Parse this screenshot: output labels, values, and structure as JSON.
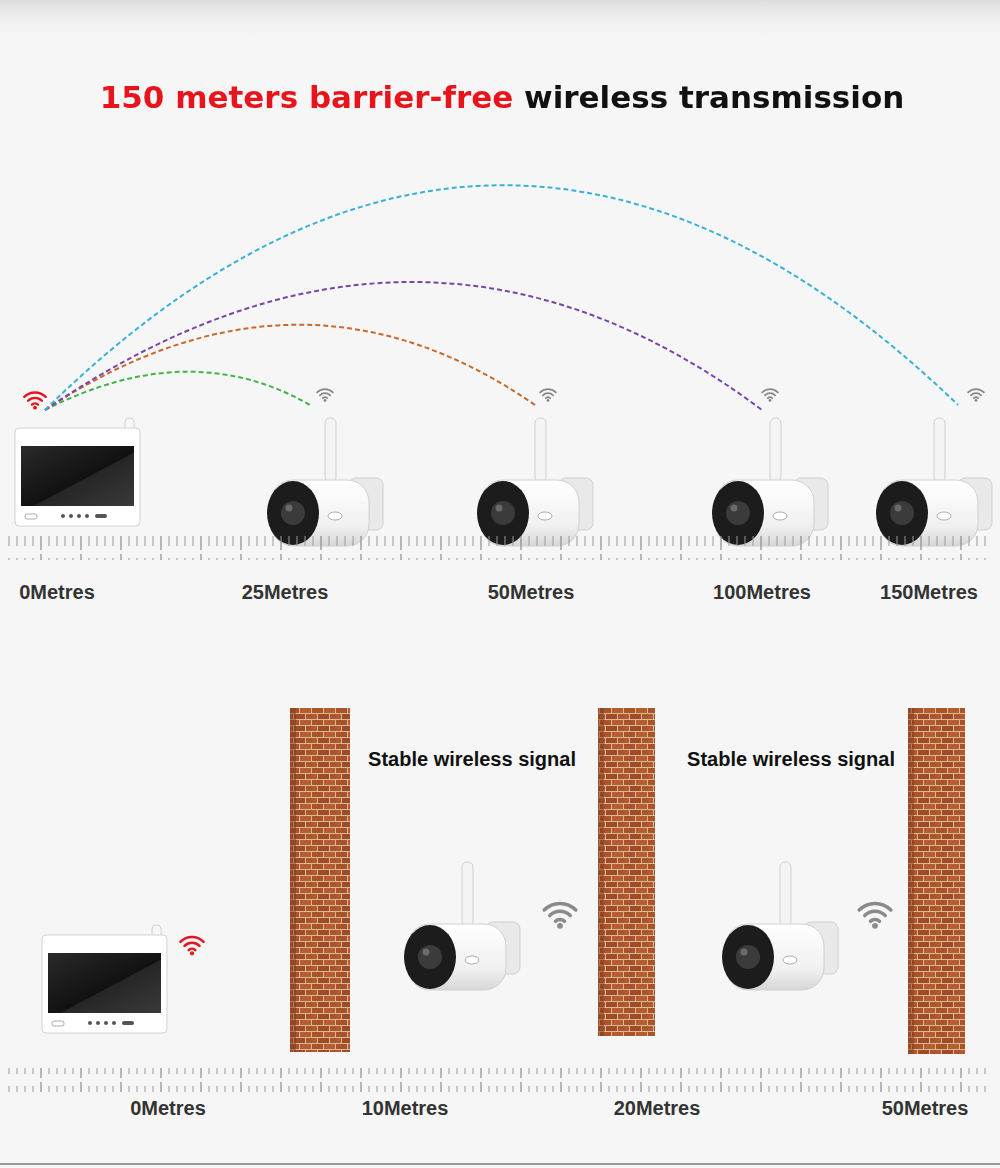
{
  "diagram": {
    "title": "150 meters barrier-free wireless transmission",
    "labels": [
      "0Metres",
      "25Metres",
      "50Metres",
      "100Metres",
      "150Metres",
      "Stable wireless signal",
      "Stable wireless signal",
      "0Metres",
      "10Metres",
      "20Metres",
      "50Metres"
    ]
  }
}
